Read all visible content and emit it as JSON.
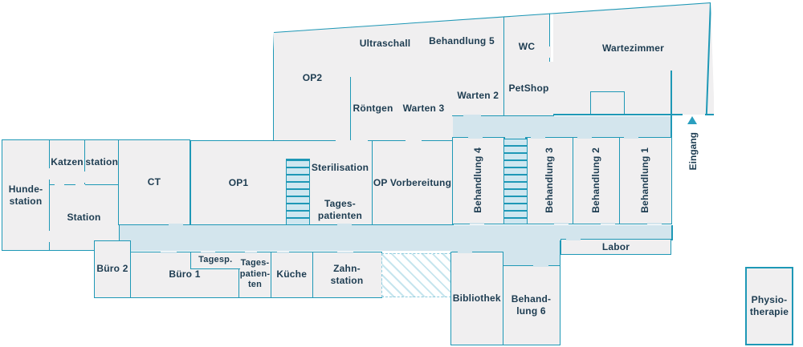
{
  "colors": {
    "wall": "#1e98b6",
    "room_fill": "#f0eff0",
    "corridor_fill": "#d3e5ed",
    "text": "#1d3c51",
    "background": "#ffffff",
    "entrance_arrow": "#2a9fbf"
  },
  "rooms": {
    "hundestation": {
      "label": "Hunde-\nstation"
    },
    "katzen": {
      "label": "Katzen"
    },
    "katzen_station": {
      "label": "station"
    },
    "station": {
      "label": "Station"
    },
    "ct": {
      "label": "CT"
    },
    "op1": {
      "label": "OP1"
    },
    "op2": {
      "label": "OP2"
    },
    "sterilisation": {
      "label": "Sterilisation"
    },
    "tagespatienten_mitte": {
      "label": "Tages-\npatienten"
    },
    "op_vorbereitung": {
      "label": "OP Vorbereitung"
    },
    "ultraschall": {
      "label": "Ultraschall"
    },
    "behandlung5": {
      "label": "Behandlung 5"
    },
    "roentgen": {
      "label": "Röntgen"
    },
    "warten3": {
      "label": "Warten 3"
    },
    "warten2": {
      "label": "Warten 2"
    },
    "wc": {
      "label": "WC"
    },
    "petshop": {
      "label": "PetShop"
    },
    "wartezimmer": {
      "label": "Wartezimmer"
    },
    "behandlung4": {
      "label": "Behandlung 4"
    },
    "behandlung3": {
      "label": "Behandlung 3"
    },
    "behandlung2": {
      "label": "Behandlung 2"
    },
    "behandlung1": {
      "label": "Behandlung 1"
    },
    "labor": {
      "label": "Labor"
    },
    "buero2": {
      "label": "Büro 2"
    },
    "buero1": {
      "label": "Büro 1"
    },
    "tagesp": {
      "label": "Tagesp."
    },
    "tagespatienten_unten": {
      "label": "Tages-\npatien-\nten"
    },
    "kueche": {
      "label": "Küche"
    },
    "zahnstation": {
      "label": "Zahn-\nstation"
    },
    "bibliothek": {
      "label": "Bibliothek"
    },
    "behandlung6": {
      "label": "Behand-\nlung 6"
    },
    "physiotherapie": {
      "label": "Physio-\ntherapie"
    }
  },
  "entrance": {
    "label": "Eingang"
  }
}
